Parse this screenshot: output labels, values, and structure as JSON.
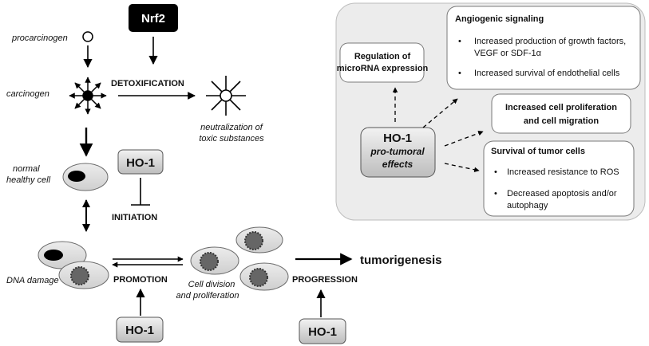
{
  "left": {
    "procarcinogen": "procarcinogen",
    "carcinogen": "carcinogen",
    "nrf2": "Nrf2",
    "detoxification": "DETOXIFICATION",
    "neutralization_1": "neutralization of",
    "neutralization_2": "toxic substances",
    "normal_1": "normal",
    "normal_2": "healthy cell",
    "ho1_initiation": "HO-1",
    "initiation": "INITIATION",
    "dna_damage": "DNA damage",
    "promotion": "PROMOTION",
    "cell_division_1": "Cell division",
    "cell_division_2": "and proliferation",
    "progression": "PROGRESSION",
    "tumorigenesis": "tumorigenesis",
    "ho1_promotion": "HO-1",
    "ho1_progression": "HO-1"
  },
  "panel": {
    "microrna_1": "Regulation of",
    "microrna_2": "microRNA expression",
    "angio_title": "Angiogenic signaling",
    "angio_b1_line1": "Increased production of growth factors,",
    "angio_b1_line2": "VEGF or SDF-1α",
    "angio_b2": "Increased survival of endothelial cells",
    "prolif_1": "Increased cell proliferation",
    "prolif_2": "and cell migration",
    "survival_title": "Survival  of tumor cells",
    "survival_b1": "Increased resistance to ROS",
    "survival_b2_line1": "Decreased apoptosis and/or",
    "survival_b2_line2": "autophagy",
    "center_ho1": "HO-1",
    "center_2": "pro-tumoral",
    "center_3": "effects",
    "bullet": "•"
  }
}
